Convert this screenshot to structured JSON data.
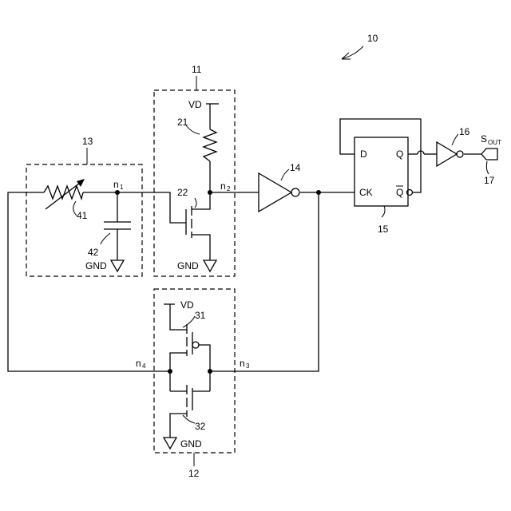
{
  "diagram": {
    "figure_ref": "10",
    "blocks": {
      "block_11": "11",
      "block_12": "12",
      "block_13": "13"
    },
    "components": {
      "nmos_22": "22",
      "resistor_21": "21",
      "varistor_41": "41",
      "capacitor_42": "42",
      "inverter_14": "14",
      "flipflop_15": "15",
      "buffer_16": "16",
      "terminal_17": "17",
      "pmos_31": "31",
      "nmos_32": "32"
    },
    "power": {
      "vd_label": "VD",
      "gnd_label": "GND"
    },
    "nodes": {
      "n_letter": "n",
      "n1_sub": "1",
      "n2_sub": "2",
      "n3_sub": "3",
      "n4_sub": "4"
    },
    "flipflop_pins": {
      "d": "D",
      "q": "Q",
      "qbar": "Q",
      "ck": "CK"
    },
    "output": {
      "s_letter": "S",
      "sub": "OUT"
    }
  }
}
